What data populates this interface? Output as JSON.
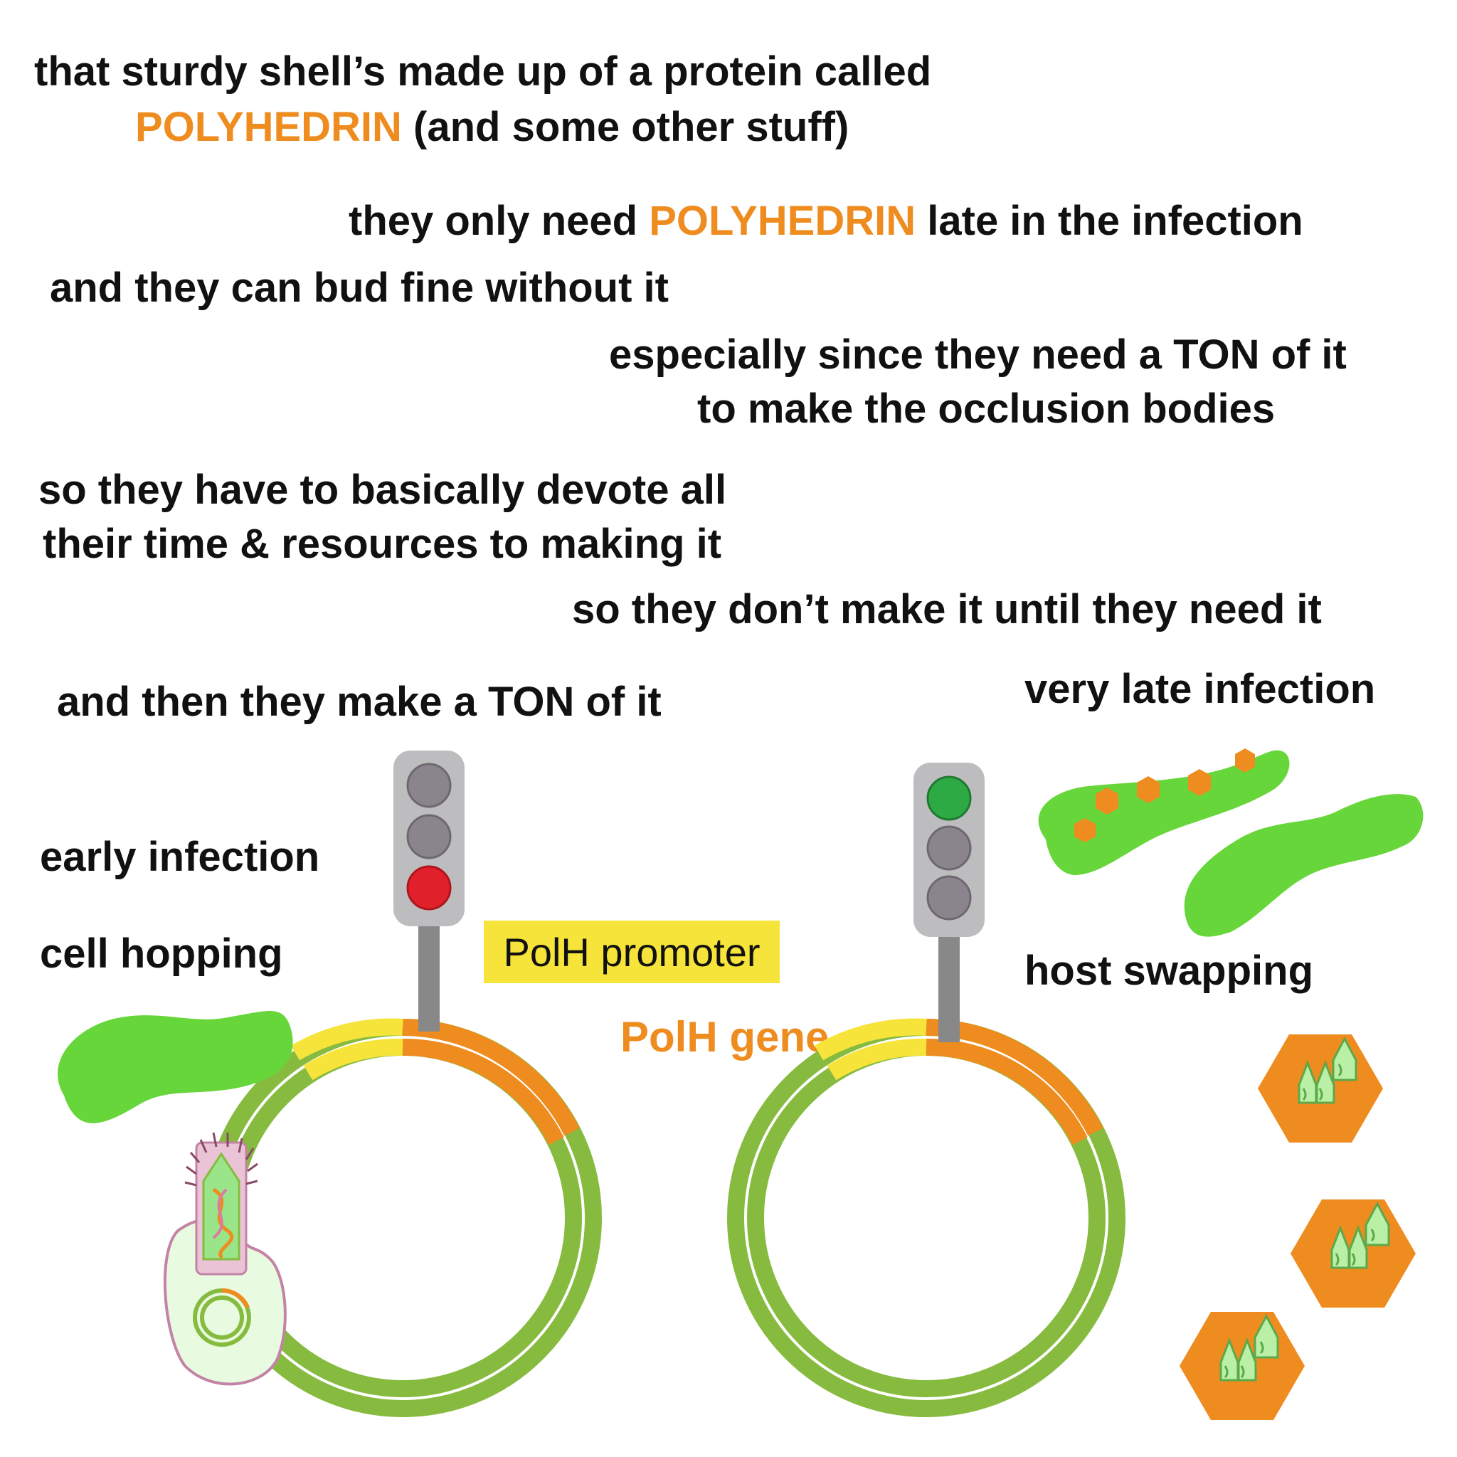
{
  "colors": {
    "text": "#111111",
    "highlight": "#ef8c1f",
    "promoter": "#f6e43a",
    "gene": "#ef8c1f",
    "genome": "#86bb3f",
    "cell": "#67d63a",
    "light_red": "#e0202a",
    "light_green": "#2eaa45",
    "light_off": "#8a858d",
    "signal_housing": "#bdbdc0"
  },
  "captions": {
    "line1": "that sturdy shell’s made up of a protein called",
    "line2_keyword": "POLYHEDRIN",
    "line2_rest": " (and some other stuff)",
    "line3_a": "they only need ",
    "line3_keyword": "POLYHEDRIN",
    "line3_b": " late in the infection",
    "line4": "and they can bud fine without it",
    "line5": "especially since they need a TON of it",
    "line6": "to make the occlusion bodies",
    "line7": "so they have to basically devote all",
    "line8": "their time & resources to making it",
    "line9": "so they don’t make it until they need it",
    "line10": "and then they make a TON of it",
    "very_late": "very late infection",
    "early": "early infection",
    "cell_hopping": "cell hopping",
    "host_swapping": "host swapping"
  },
  "labels": {
    "promoter": "PolH promoter",
    "gene": "PolH gene"
  },
  "icons": {
    "stop_signal": "traffic-light-red-icon",
    "go_signal": "traffic-light-green-icon",
    "budded_virus": "budded-virion-icon",
    "occlusion_body": "occlusion-body-icon"
  }
}
